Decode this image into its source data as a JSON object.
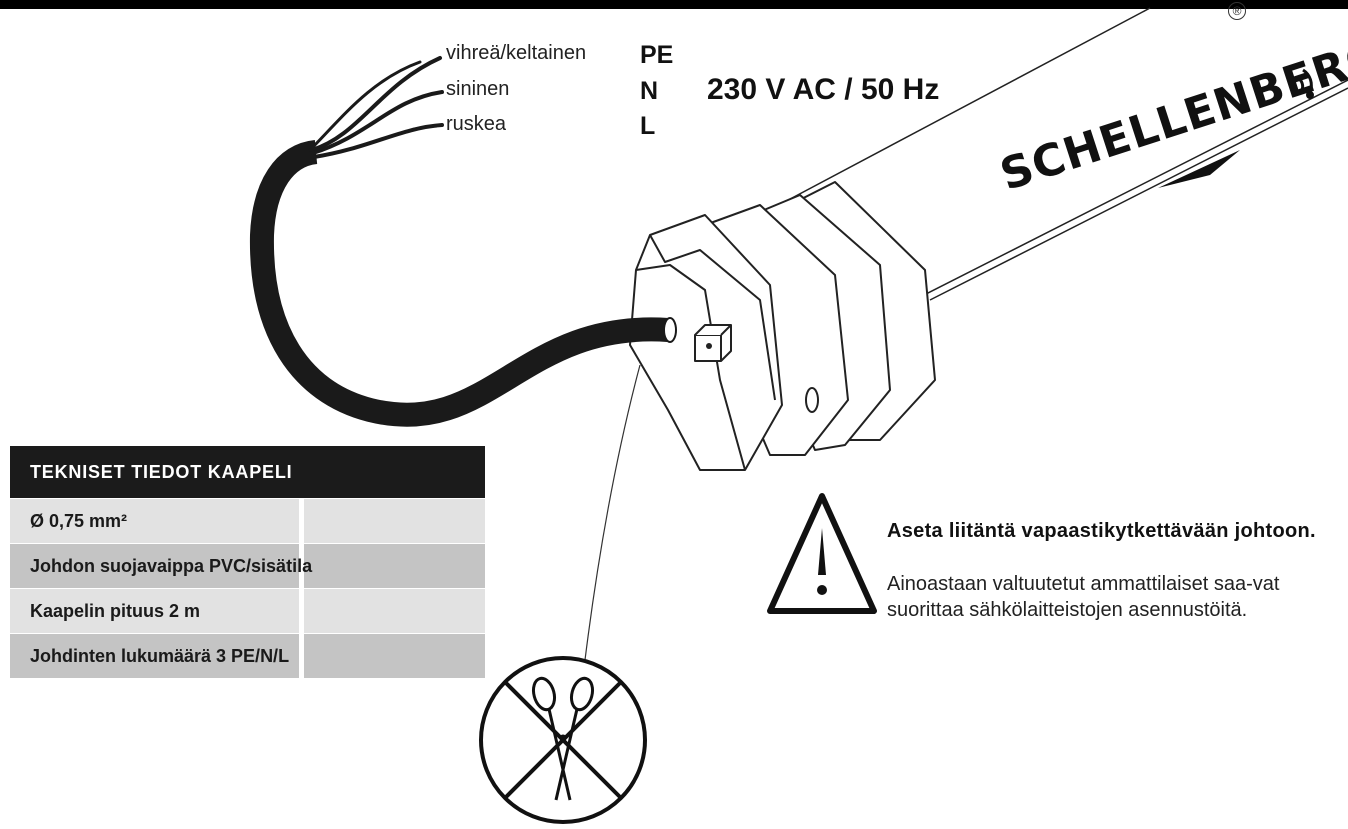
{
  "wires": [
    {
      "color_name": "vihreä/keltainen",
      "code": "PE"
    },
    {
      "color_name": "sininen",
      "code": "N"
    },
    {
      "color_name": "ruskea",
      "code": "L"
    }
  ],
  "voltage": "230 V AC / 50 Hz",
  "brand": {
    "name": "SCHELLENBERG",
    "registered_mark": "®"
  },
  "spec_table": {
    "title": "TEKNISET TIEDOT KAAPELI",
    "rows": [
      "Ø 0,75 mm²",
      "Johdon suojavaippa PVC/sisätila",
      "Kaapelin pituus 2 m",
      "Johdinten lukumäärä 3 PE/N/L"
    ]
  },
  "warning": {
    "title": "Aseta liitäntä vapaastikytkettävään johtoon.",
    "body": "Ainoastaan valtuutetut ammattilaiset saa-vat suorittaa sähkölaitteistojen asennustöitä."
  },
  "icons": [
    "warning-triangle-icon",
    "no-cutting-scissors-icon",
    "radio-waves-icon"
  ],
  "colors": {
    "cable": "#1a1a1a",
    "table_header": "#1b1b1b",
    "row_light": "#e2e2e2",
    "row_dark": "#c4c4c4"
  }
}
